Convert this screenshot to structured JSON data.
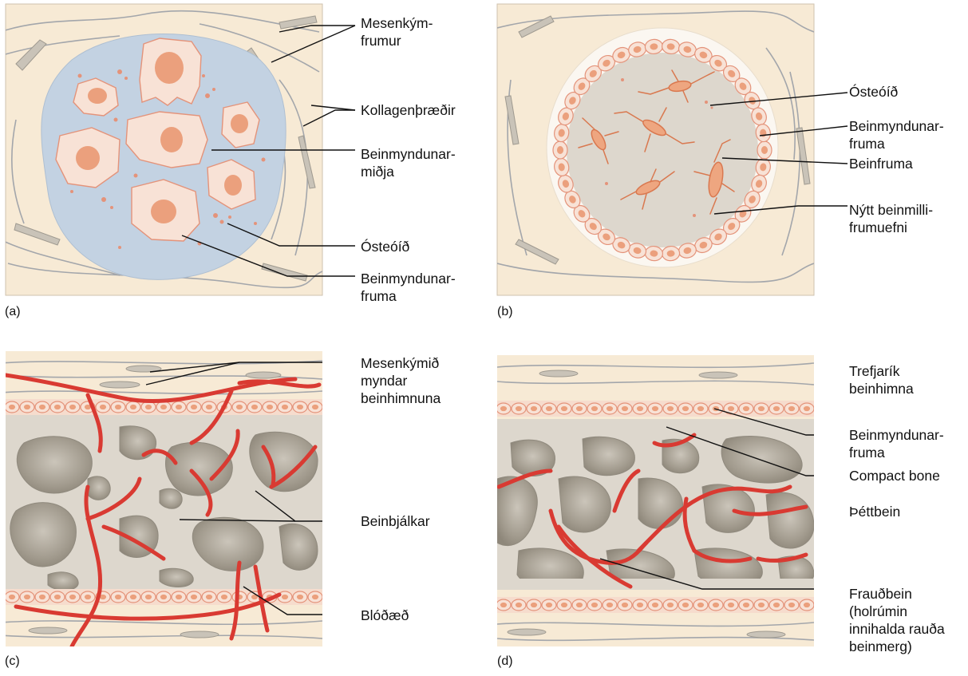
{
  "panels": [
    {
      "id": "a",
      "letter": "(a)",
      "labels": [
        {
          "key": "mesenchyme_cells",
          "lines": [
            "Mesenkým-",
            "frumur"
          ]
        },
        {
          "key": "collagen_fibers",
          "lines": [
            "Kollagenþræðir"
          ]
        },
        {
          "key": "ossification_center",
          "lines": [
            "Beinmyndunar-",
            "miðja"
          ]
        },
        {
          "key": "osteoid",
          "lines": [
            "Ósteóíð"
          ]
        },
        {
          "key": "osteoblast",
          "lines": [
            "Beinmyndunar-",
            "fruma"
          ]
        }
      ]
    },
    {
      "id": "b",
      "letter": "(b)",
      "labels": [
        {
          "key": "osteoid",
          "lines": [
            "Ósteóíð"
          ]
        },
        {
          "key": "osteoblast",
          "lines": [
            "Beinmyndunar-",
            "fruma"
          ]
        },
        {
          "key": "osteocyte",
          "lines": [
            "Beinfruma"
          ]
        },
        {
          "key": "new_matrix",
          "lines": [
            "Nýtt beinmilli-",
            "frumuefni"
          ]
        }
      ]
    },
    {
      "id": "c",
      "letter": "(c)",
      "labels": [
        {
          "key": "mesenchyme_periosteum",
          "lines": [
            "Mesenkýmið",
            "myndar",
            "beinhimnuna"
          ]
        },
        {
          "key": "trabeculae",
          "lines": [
            "Beinbjálkar"
          ]
        },
        {
          "key": "blood_vessel",
          "lines": [
            "Blóðæð"
          ]
        }
      ]
    },
    {
      "id": "d",
      "letter": "(d)",
      "labels": [
        {
          "key": "fibrous_periosteum",
          "lines": [
            "Trefjarík",
            "beinhimna"
          ]
        },
        {
          "key": "osteoblast",
          "lines": [
            "Beinmyndunar-",
            "fruma"
          ]
        },
        {
          "key": "compact_bone_en",
          "lines": [
            "Compact bone"
          ]
        },
        {
          "key": "compact_bone",
          "lines": [
            "Þéttbein"
          ]
        },
        {
          "key": "spongy_bone",
          "lines": [
            "Frauðbein",
            "(holrúmin",
            "innihalda rauða",
            "beinmerg)"
          ]
        }
      ]
    }
  ],
  "colors": {
    "background_tissue": "#f7ead5",
    "fiber_line": "#9ca0a6",
    "mesenchyme_cell": "#c7c1b6",
    "ossification_center": "#c3d2e2",
    "osteoblast_fill": "#f8e2d6",
    "osteoblast_edge": "#e4937a",
    "nucleus": "#eba07d",
    "bone_matrix": "#ddd7cd",
    "bone_cavity": "#a9a295",
    "blood_vessel": "#d93a32",
    "leader_line": "#111111"
  }
}
